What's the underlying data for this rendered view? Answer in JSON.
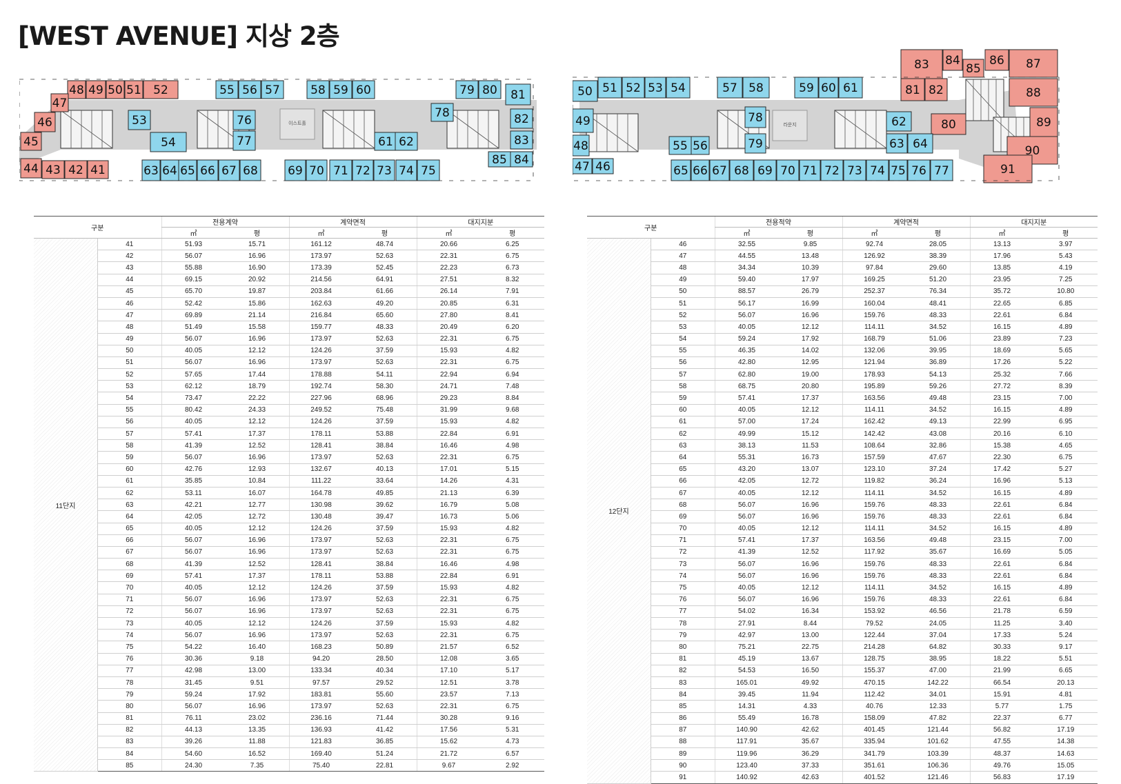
{
  "title": "[WEST AVENUE] 지상 2층",
  "colors": {
    "blue_unit": "#8fd6ec",
    "red_unit": "#ef9a90"
  },
  "plan_left": {
    "red_units": [
      "48",
      "49",
      "50",
      "51",
      "52",
      "47",
      "46",
      "45",
      "44",
      "43",
      "42",
      "41"
    ],
    "blue_units": [
      "55",
      "56",
      "57",
      "58",
      "59",
      "60",
      "79",
      "80",
      "81",
      "78",
      "82",
      "83",
      "53",
      "54",
      "76",
      "77",
      "61",
      "62",
      "85",
      "84",
      "63",
      "64",
      "65",
      "66",
      "67",
      "68",
      "69",
      "70",
      "71",
      "72",
      "73",
      "74",
      "75"
    ],
    "labels": [
      "이스트홀",
      "라운지"
    ]
  },
  "plan_right": {
    "red_units": [
      "83",
      "84",
      "85",
      "86",
      "87",
      "81",
      "82",
      "88",
      "80",
      "89",
      "90",
      "91"
    ],
    "blue_units": [
      "50",
      "51",
      "52",
      "53",
      "54",
      "57",
      "58",
      "59",
      "60",
      "61",
      "49",
      "78",
      "62",
      "48",
      "55",
      "56",
      "79",
      "63",
      "64",
      "47",
      "46",
      "65",
      "66",
      "67",
      "68",
      "69",
      "70",
      "71",
      "72",
      "73",
      "74",
      "75",
      "76",
      "77"
    ],
    "labels": [
      "라운지"
    ]
  },
  "table_headers": {
    "gubun": "구분",
    "area1": "전용계약",
    "area2": "계약면적",
    "area3": "대지지분",
    "sqm": "㎡",
    "pyeong": "평"
  },
  "table_headers_right": {
    "gubun": "구분",
    "area1": "전용적약",
    "area2": "계약면적",
    "area3": "대지지분",
    "sqm": "㎡",
    "pyeong": "평"
  },
  "table_left": {
    "group": "11단지",
    "rows": [
      [
        "41",
        "51.93",
        "15.71",
        "161.12",
        "48.74",
        "20.66",
        "6.25"
      ],
      [
        "42",
        "56.07",
        "16.96",
        "173.97",
        "52.63",
        "22.31",
        "6.75"
      ],
      [
        "43",
        "55.88",
        "16.90",
        "173.39",
        "52.45",
        "22.23",
        "6.73"
      ],
      [
        "44",
        "69.15",
        "20.92",
        "214.56",
        "64.91",
        "27.51",
        "8.32"
      ],
      [
        "45",
        "65.70",
        "19.87",
        "203.84",
        "61.66",
        "26.14",
        "7.91"
      ],
      [
        "46",
        "52.42",
        "15.86",
        "162.63",
        "49.20",
        "20.85",
        "6.31"
      ],
      [
        "47",
        "69.89",
        "21.14",
        "216.84",
        "65.60",
        "27.80",
        "8.41"
      ],
      [
        "48",
        "51.49",
        "15.58",
        "159.77",
        "48.33",
        "20.49",
        "6.20"
      ],
      [
        "49",
        "56.07",
        "16.96",
        "173.97",
        "52.63",
        "22.31",
        "6.75"
      ],
      [
        "50",
        "40.05",
        "12.12",
        "124.26",
        "37.59",
        "15.93",
        "4.82"
      ],
      [
        "51",
        "56.07",
        "16.96",
        "173.97",
        "52.63",
        "22.31",
        "6.75"
      ],
      [
        "52",
        "57.65",
        "17.44",
        "178.88",
        "54.11",
        "22.94",
        "6.94"
      ],
      [
        "53",
        "62.12",
        "18.79",
        "192.74",
        "58.30",
        "24.71",
        "7.48"
      ],
      [
        "54",
        "73.47",
        "22.22",
        "227.96",
        "68.96",
        "29.23",
        "8.84"
      ],
      [
        "55",
        "80.42",
        "24.33",
        "249.52",
        "75.48",
        "31.99",
        "9.68"
      ],
      [
        "56",
        "40.05",
        "12.12",
        "124.26",
        "37.59",
        "15.93",
        "4.82"
      ],
      [
        "57",
        "57.41",
        "17.37",
        "178.11",
        "53.88",
        "22.84",
        "6.91"
      ],
      [
        "58",
        "41.39",
        "12.52",
        "128.41",
        "38.84",
        "16.46",
        "4.98"
      ],
      [
        "59",
        "56.07",
        "16.96",
        "173.97",
        "52.63",
        "22.31",
        "6.75"
      ],
      [
        "60",
        "42.76",
        "12.93",
        "132.67",
        "40.13",
        "17.01",
        "5.15"
      ],
      [
        "61",
        "35.85",
        "10.84",
        "111.22",
        "33.64",
        "14.26",
        "4.31"
      ],
      [
        "62",
        "53.11",
        "16.07",
        "164.78",
        "49.85",
        "21.13",
        "6.39"
      ],
      [
        "63",
        "42.21",
        "12.77",
        "130.98",
        "39.62",
        "16.79",
        "5.08"
      ],
      [
        "64",
        "42.05",
        "12.72",
        "130.48",
        "39.47",
        "16.73",
        "5.06"
      ],
      [
        "65",
        "40.05",
        "12.12",
        "124.26",
        "37.59",
        "15.93",
        "4.82"
      ],
      [
        "66",
        "56.07",
        "16.96",
        "173.97",
        "52.63",
        "22.31",
        "6.75"
      ],
      [
        "67",
        "56.07",
        "16.96",
        "173.97",
        "52.63",
        "22.31",
        "6.75"
      ],
      [
        "68",
        "41.39",
        "12.52",
        "128.41",
        "38.84",
        "16.46",
        "4.98"
      ],
      [
        "69",
        "57.41",
        "17.37",
        "178.11",
        "53.88",
        "22.84",
        "6.91"
      ],
      [
        "70",
        "40.05",
        "12.12",
        "124.26",
        "37.59",
        "15.93",
        "4.82"
      ],
      [
        "71",
        "56.07",
        "16.96",
        "173.97",
        "52.63",
        "22.31",
        "6.75"
      ],
      [
        "72",
        "56.07",
        "16.96",
        "173.97",
        "52.63",
        "22.31",
        "6.75"
      ],
      [
        "73",
        "40.05",
        "12.12",
        "124.26",
        "37.59",
        "15.93",
        "4.82"
      ],
      [
        "74",
        "56.07",
        "16.96",
        "173.97",
        "52.63",
        "22.31",
        "6.75"
      ],
      [
        "75",
        "54.22",
        "16.40",
        "168.23",
        "50.89",
        "21.57",
        "6.52"
      ],
      [
        "76",
        "30.36",
        "9.18",
        "94.20",
        "28.50",
        "12.08",
        "3.65"
      ],
      [
        "77",
        "42.98",
        "13.00",
        "133.34",
        "40.34",
        "17.10",
        "5.17"
      ],
      [
        "78",
        "31.45",
        "9.51",
        "97.57",
        "29.52",
        "12.51",
        "3.78"
      ],
      [
        "79",
        "59.24",
        "17.92",
        "183.81",
        "55.60",
        "23.57",
        "7.13"
      ],
      [
        "80",
        "56.07",
        "16.96",
        "173.97",
        "52.63",
        "22.31",
        "6.75"
      ],
      [
        "81",
        "76.11",
        "23.02",
        "236.16",
        "71.44",
        "30.28",
        "9.16"
      ],
      [
        "82",
        "44.13",
        "13.35",
        "136.93",
        "41.42",
        "17.56",
        "5.31"
      ],
      [
        "83",
        "39.26",
        "11.88",
        "121.83",
        "36.85",
        "15.62",
        "4.73"
      ],
      [
        "84",
        "54.60",
        "16.52",
        "169.40",
        "51.24",
        "21.72",
        "6.57"
      ],
      [
        "85",
        "24.30",
        "7.35",
        "75.40",
        "22.81",
        "9.67",
        "2.92"
      ]
    ]
  },
  "table_right": {
    "group": "12단지",
    "rows": [
      [
        "46",
        "32.55",
        "9.85",
        "92.74",
        "28.05",
        "13.13",
        "3.97"
      ],
      [
        "47",
        "44.55",
        "13.48",
        "126.92",
        "38.39",
        "17.96",
        "5.43"
      ],
      [
        "48",
        "34.34",
        "10.39",
        "97.84",
        "29.60",
        "13.85",
        "4.19"
      ],
      [
        "49",
        "59.40",
        "17.97",
        "169.25",
        "51.20",
        "23.95",
        "7.25"
      ],
      [
        "50",
        "88.57",
        "26.79",
        "252.37",
        "76.34",
        "35.72",
        "10.80"
      ],
      [
        "51",
        "56.17",
        "16.99",
        "160.04",
        "48.41",
        "22.65",
        "6.85"
      ],
      [
        "52",
        "56.07",
        "16.96",
        "159.76",
        "48.33",
        "22.61",
        "6.84"
      ],
      [
        "53",
        "40.05",
        "12.12",
        "114.11",
        "34.52",
        "16.15",
        "4.89"
      ],
      [
        "54",
        "59.24",
        "17.92",
        "168.79",
        "51.06",
        "23.89",
        "7.23"
      ],
      [
        "55",
        "46.35",
        "14.02",
        "132.06",
        "39.95",
        "18.69",
        "5.65"
      ],
      [
        "56",
        "42.80",
        "12.95",
        "121.94",
        "36.89",
        "17.26",
        "5.22"
      ],
      [
        "57",
        "62.80",
        "19.00",
        "178.93",
        "54.13",
        "25.32",
        "7.66"
      ],
      [
        "58",
        "68.75",
        "20.80",
        "195.89",
        "59.26",
        "27.72",
        "8.39"
      ],
      [
        "59",
        "57.41",
        "17.37",
        "163.56",
        "49.48",
        "23.15",
        "7.00"
      ],
      [
        "60",
        "40.05",
        "12.12",
        "114.11",
        "34.52",
        "16.15",
        "4.89"
      ],
      [
        "61",
        "57.00",
        "17.24",
        "162.42",
        "49.13",
        "22.99",
        "6.95"
      ],
      [
        "62",
        "49.99",
        "15.12",
        "142.42",
        "43.08",
        "20.16",
        "6.10"
      ],
      [
        "63",
        "38.13",
        "11.53",
        "108.64",
        "32.86",
        "15.38",
        "4.65"
      ],
      [
        "64",
        "55.31",
        "16.73",
        "157.59",
        "47.67",
        "22.30",
        "6.75"
      ],
      [
        "65",
        "43.20",
        "13.07",
        "123.10",
        "37.24",
        "17.42",
        "5.27"
      ],
      [
        "66",
        "42.05",
        "12.72",
        "119.82",
        "36.24",
        "16.96",
        "5.13"
      ],
      [
        "67",
        "40.05",
        "12.12",
        "114.11",
        "34.52",
        "16.15",
        "4.89"
      ],
      [
        "68",
        "56.07",
        "16.96",
        "159.76",
        "48.33",
        "22.61",
        "6.84"
      ],
      [
        "69",
        "56.07",
        "16.96",
        "159.76",
        "48.33",
        "22.61",
        "6.84"
      ],
      [
        "70",
        "40.05",
        "12.12",
        "114.11",
        "34.52",
        "16.15",
        "4.89"
      ],
      [
        "71",
        "57.41",
        "17.37",
        "163.56",
        "49.48",
        "23.15",
        "7.00"
      ],
      [
        "72",
        "41.39",
        "12.52",
        "117.92",
        "35.67",
        "16.69",
        "5.05"
      ],
      [
        "73",
        "56.07",
        "16.96",
        "159.76",
        "48.33",
        "22.61",
        "6.84"
      ],
      [
        "74",
        "56.07",
        "16.96",
        "159.76",
        "48.33",
        "22.61",
        "6.84"
      ],
      [
        "75",
        "40.05",
        "12.12",
        "114.11",
        "34.52",
        "16.15",
        "4.89"
      ],
      [
        "76",
        "56.07",
        "16.96",
        "159.76",
        "48.33",
        "22.61",
        "6.84"
      ],
      [
        "77",
        "54.02",
        "16.34",
        "153.92",
        "46.56",
        "21.78",
        "6.59"
      ],
      [
        "78",
        "27.91",
        "8.44",
        "79.52",
        "24.05",
        "11.25",
        "3.40"
      ],
      [
        "79",
        "42.97",
        "13.00",
        "122.44",
        "37.04",
        "17.33",
        "5.24"
      ],
      [
        "80",
        "75.21",
        "22.75",
        "214.28",
        "64.82",
        "30.33",
        "9.17"
      ],
      [
        "81",
        "45.19",
        "13.67",
        "128.75",
        "38.95",
        "18.22",
        "5.51"
      ],
      [
        "82",
        "54.53",
        "16.50",
        "155.37",
        "47.00",
        "21.99",
        "6.65"
      ],
      [
        "83",
        "165.01",
        "49.92",
        "470.15",
        "142.22",
        "66.54",
        "20.13"
      ],
      [
        "84",
        "39.45",
        "11.94",
        "112.42",
        "34.01",
        "15.91",
        "4.81"
      ],
      [
        "85",
        "14.31",
        "4.33",
        "40.76",
        "12.33",
        "5.77",
        "1.75"
      ],
      [
        "86",
        "55.49",
        "16.78",
        "158.09",
        "47.82",
        "22.37",
        "6.77"
      ],
      [
        "87",
        "140.90",
        "42.62",
        "401.45",
        "121.44",
        "56.82",
        "17.19"
      ],
      [
        "88",
        "117.91",
        "35.67",
        "335.94",
        "101.62",
        "47.55",
        "14.38"
      ],
      [
        "89",
        "119.96",
        "36.29",
        "341.79",
        "103.39",
        "48.37",
        "14.63"
      ],
      [
        "90",
        "123.40",
        "37.33",
        "351.61",
        "106.36",
        "49.76",
        "15.05"
      ],
      [
        "91",
        "140.92",
        "42.63",
        "401.52",
        "121.46",
        "56.83",
        "17.19"
      ]
    ]
  }
}
